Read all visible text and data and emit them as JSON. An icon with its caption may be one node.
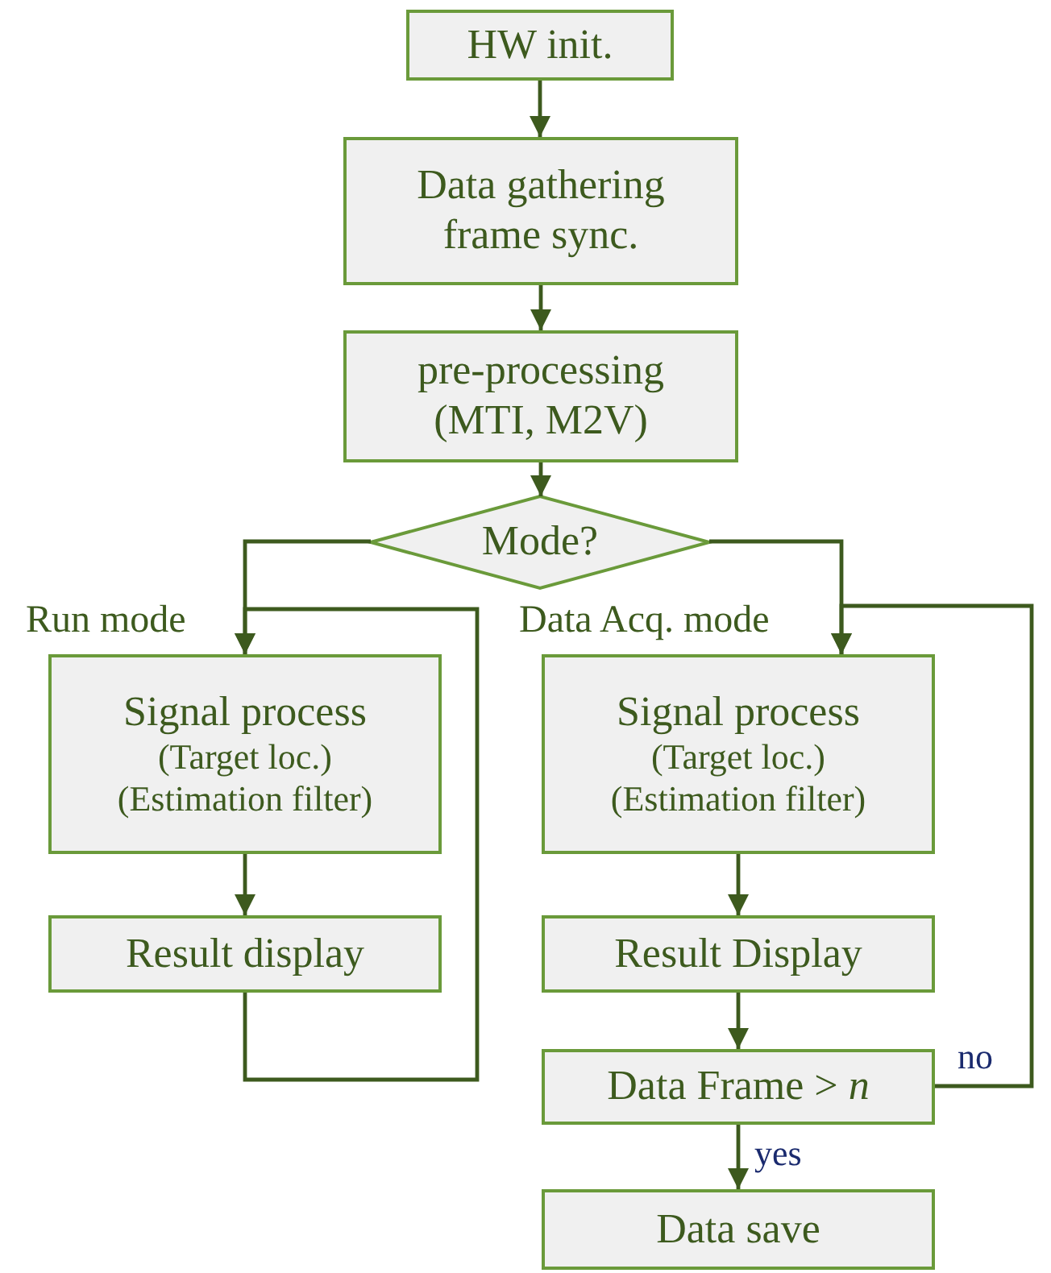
{
  "diagram": {
    "nodes": [
      {
        "text": [
          "HW init."
        ]
      },
      {
        "text": [
          "Data gathering frame sync."
        ]
      },
      {
        "text": [
          "pre-processing (MTI, M2V)"
        ]
      },
      {
        "text": [
          "Mode?"
        ]
      },
      {
        "text": [
          "Signal process",
          "(Target loc.)",
          "(Estimation filter)"
        ]
      },
      {
        "text": [
          "Result display"
        ]
      },
      {
        "text": [
          "Signal process",
          "(Target loc.)",
          "(Estimation filter)"
        ]
      },
      {
        "text": [
          "Result Display"
        ]
      },
      {
        "text": [
          "Data Frame > *n*"
        ]
      },
      {
        "text": [
          "Data save"
        ]
      }
    ],
    "edges": [
      {
        "from": 0,
        "to": 1,
        "arrow": "to"
      },
      {
        "from": 1,
        "to": 2,
        "arrow": "to"
      },
      {
        "from": 2,
        "to": 3,
        "arrow": "to"
      },
      {
        "from": 3,
        "to": 4,
        "arrow": "to"
      },
      {
        "from": 3,
        "to": 6,
        "arrow": "to"
      },
      {
        "from": 4,
        "to": 5,
        "arrow": "to"
      },
      {
        "from": 5,
        "to": 4,
        "arrow": "to"
      },
      {
        "from": 6,
        "to": 7,
        "arrow": "to"
      },
      {
        "from": 7,
        "to": 8,
        "arrow": "to"
      },
      {
        "from": 8,
        "to": 9,
        "arrow": "to",
        "label": "yes"
      },
      {
        "from": 8,
        "to": 6,
        "arrow": "to",
        "label": "no"
      }
    ],
    "labels": [
      "Run mode",
      "Data Acq. mode"
    ]
  }
}
